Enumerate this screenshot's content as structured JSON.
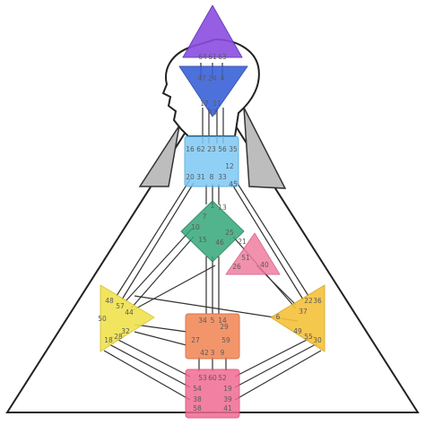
{
  "colors": {
    "head": "#8a4de0",
    "ajna": "#3a62d8",
    "throat": "#7dc8f5",
    "g": "#33a87a",
    "heart": "#ef7ea0",
    "spleen": "#f0e34e",
    "solar_plexus": "#f6c23a",
    "sacral": "#f28a5c",
    "root": "#f06a92",
    "shoulders": "#bdbdbd"
  },
  "gates": {
    "head": [
      "64",
      "61",
      "63"
    ],
    "ajna": [
      "47",
      "24",
      "4",
      "17",
      "11",
      "43"
    ],
    "throat": [
      "16",
      "62",
      "23",
      "56",
      "35",
      "12",
      "20",
      "31",
      "8",
      "33",
      "45"
    ],
    "g": [
      "1",
      "13",
      "7",
      "10",
      "15",
      "46",
      "25"
    ],
    "heart": [
      "21",
      "51",
      "26",
      "40"
    ],
    "spleen": [
      "48",
      "57",
      "44",
      "50",
      "32",
      "28",
      "18"
    ],
    "solar_plexus": [
      "36",
      "22",
      "37",
      "6",
      "49",
      "55",
      "30"
    ],
    "sacral": [
      "34",
      "5",
      "14",
      "29",
      "27",
      "59",
      "42",
      "3",
      "9"
    ],
    "root": [
      "53",
      "60",
      "52",
      "54",
      "19",
      "38",
      "39",
      "58",
      "41"
    ]
  }
}
